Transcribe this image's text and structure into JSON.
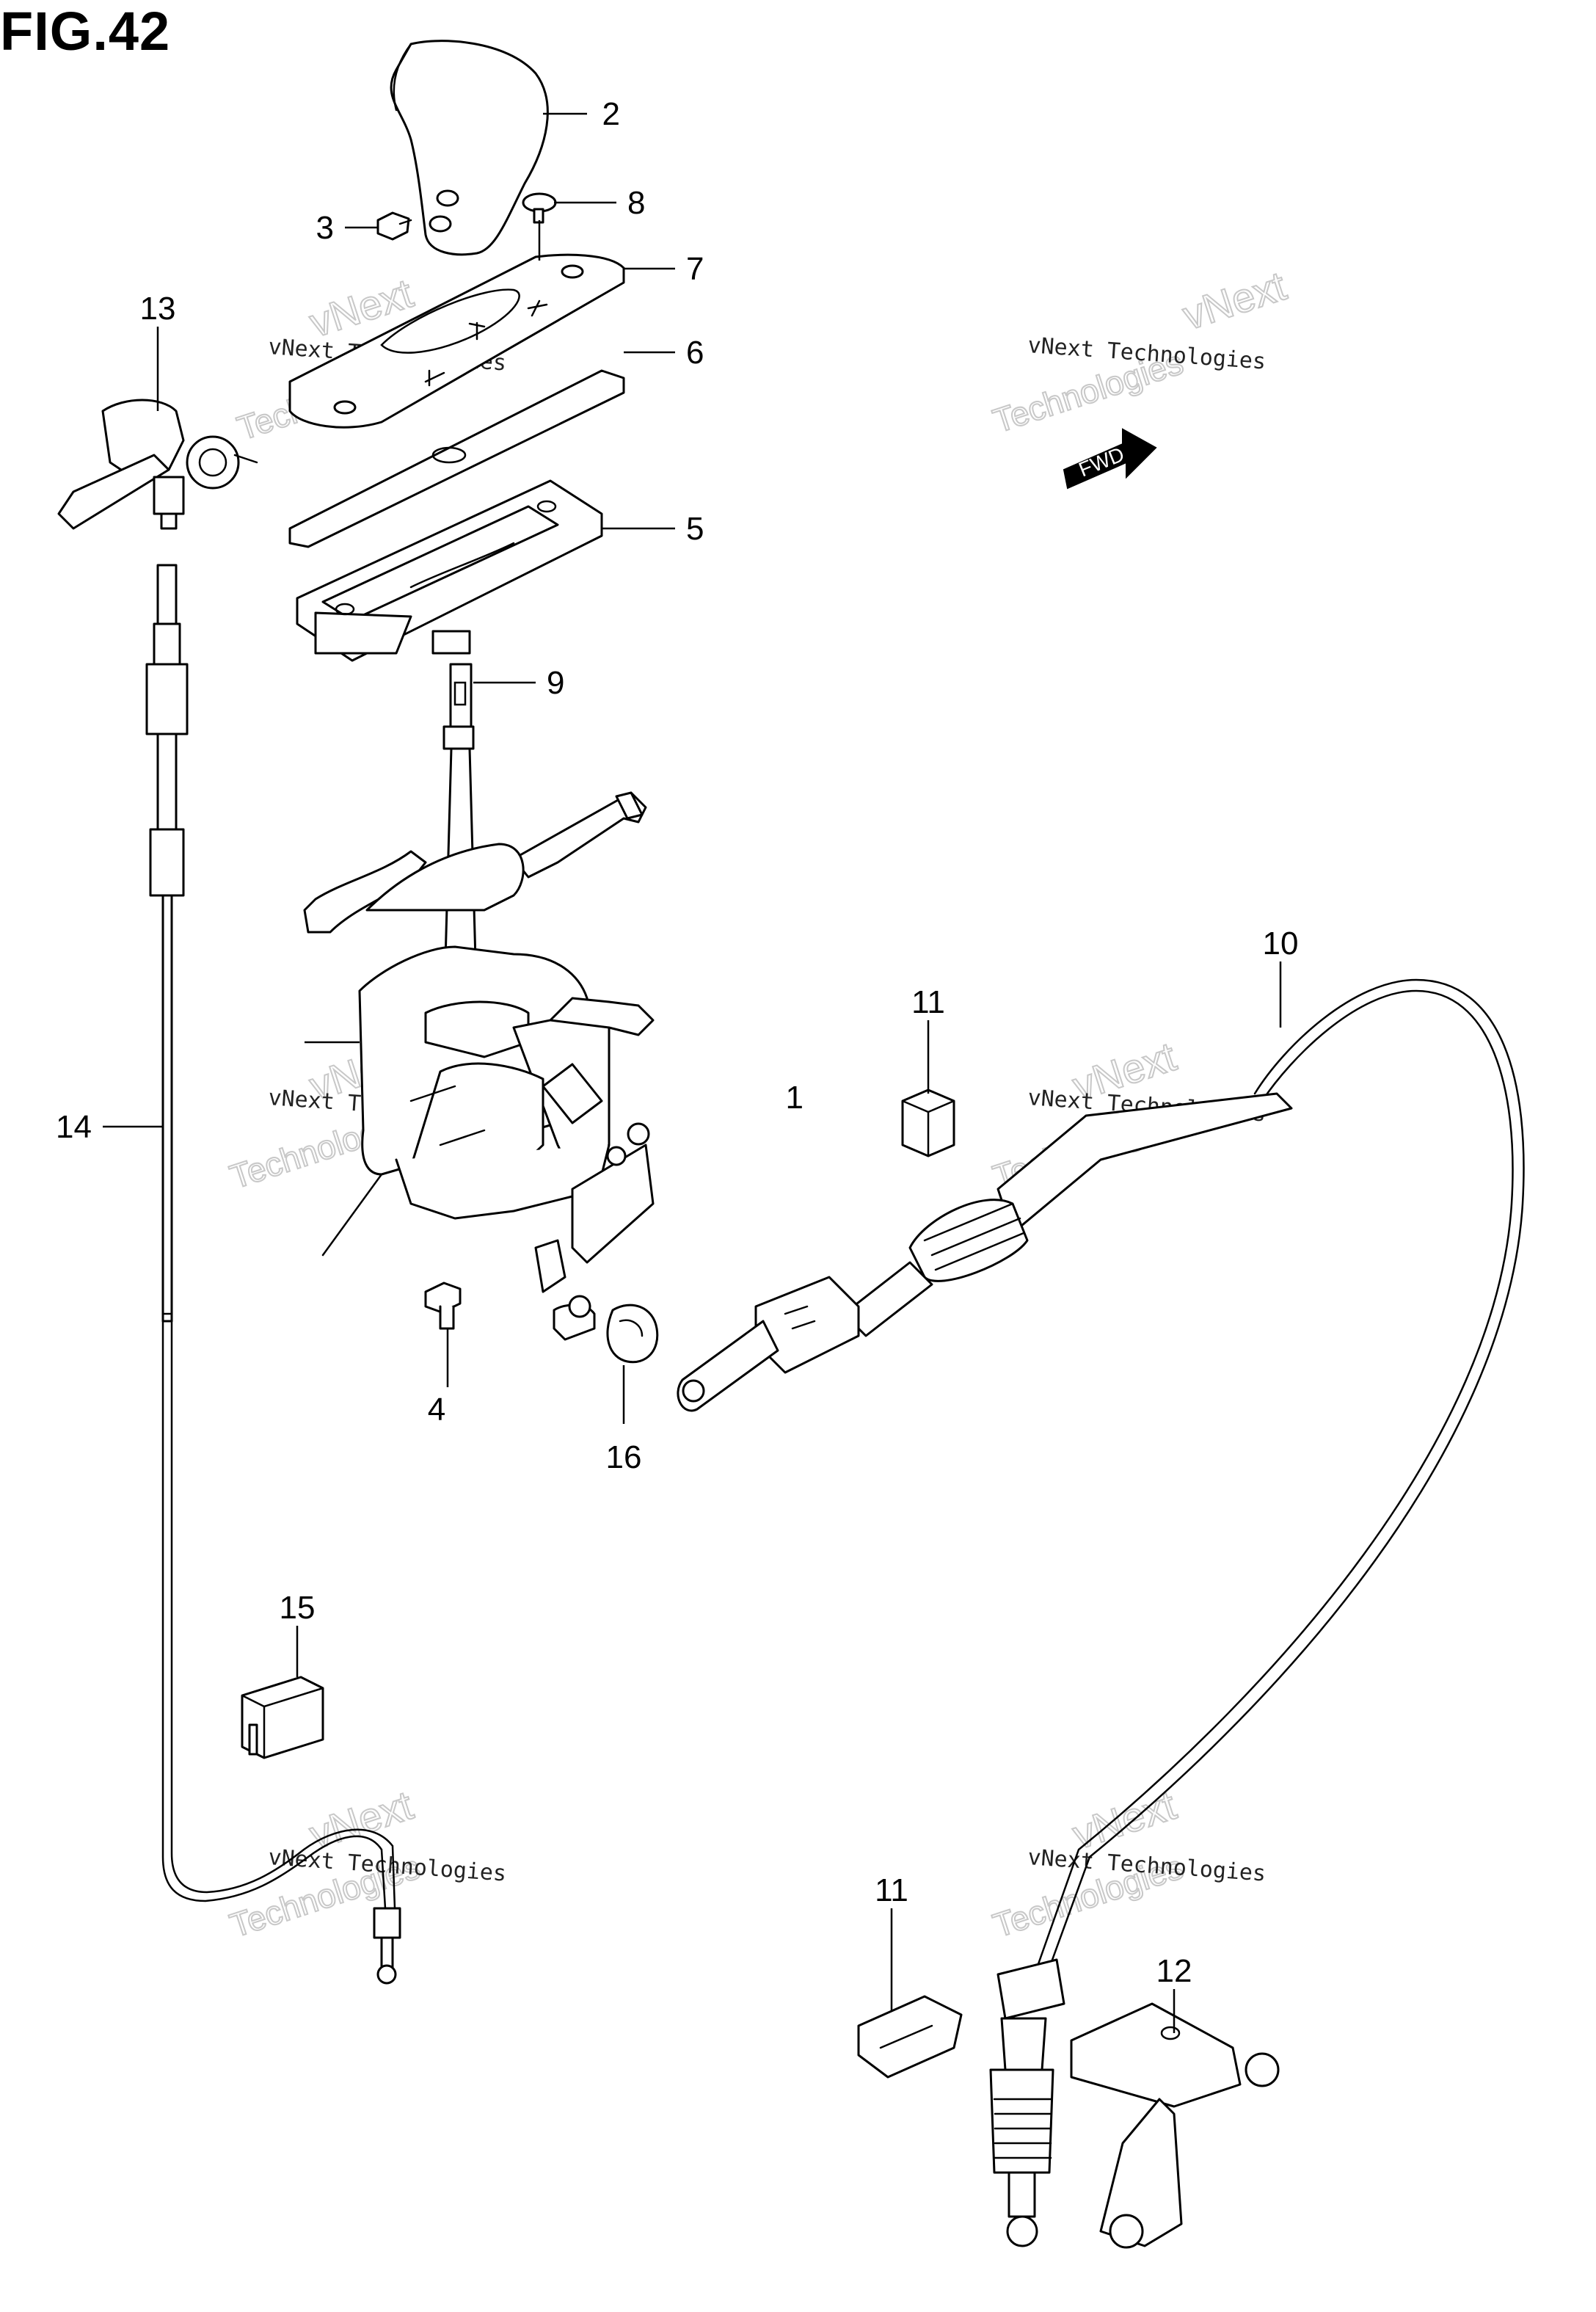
{
  "figure": {
    "title": "FIG.42"
  },
  "callouts": [
    "1",
    "2",
    "3",
    "4",
    "5",
    "6",
    "7",
    "8",
    "9",
    "10",
    "11",
    "11",
    "12",
    "13",
    "14",
    "15",
    "16"
  ],
  "watermark": {
    "line1": "vNext Technologies",
    "line2a": "vNext",
    "line2b": "Technologies"
  },
  "fwd_badge": "FWD"
}
